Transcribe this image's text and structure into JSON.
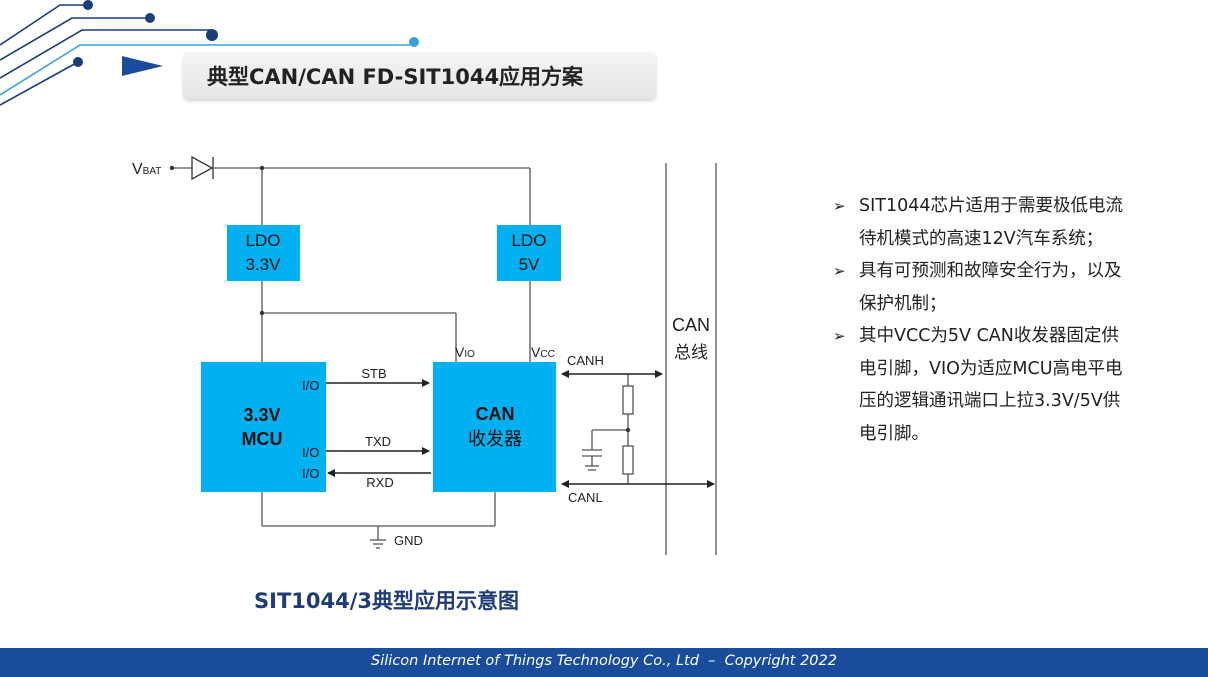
{
  "header": {
    "title": "典型CAN/CAN FD-SIT1044应用方案"
  },
  "diagram": {
    "vbat_main": "V",
    "vbat_sub": "BAT",
    "ldo_left": {
      "line1": "LDO",
      "line2": "3.3V"
    },
    "ldo_right": {
      "line1": "LDO",
      "line2": "5V"
    },
    "mcu": {
      "line1": "3.3V",
      "line2": "MCU"
    },
    "can_block": {
      "line1": "CAN",
      "line2": "收发器"
    },
    "vio_main": "V",
    "vio_sub": "IO",
    "vcc_main": "V",
    "vcc_sub": "CC",
    "io_stb": "I/O",
    "io_txd": "I/O",
    "io_rxd": "I/O",
    "sig_stb": "STB",
    "sig_txd": "TXD",
    "sig_rxd": "RXD",
    "canh": "CANH",
    "canl": "CANL",
    "gnd": "GND",
    "bus": {
      "line1": "CAN",
      "line2": "总线"
    },
    "caption": "SIT1044/3典型应用示意图",
    "colors": {
      "block_fill": "#00b0f0",
      "line": "#444444"
    }
  },
  "bullets": [
    "SIT1044芯片适用于需要极低电流待机模式的高速12V汽车系统；",
    "具有可预测和故障安全行为，以及保护机制；",
    "其中VCC为5V CAN收发器固定供电引脚，VIO为适应MCU高电平电压的逻辑通讯端口上拉3.3V/5V供电引脚。"
  ],
  "footer": {
    "text": "Silicon Internet of Things Technology Co., Ltd  –  Copyright 2022"
  }
}
